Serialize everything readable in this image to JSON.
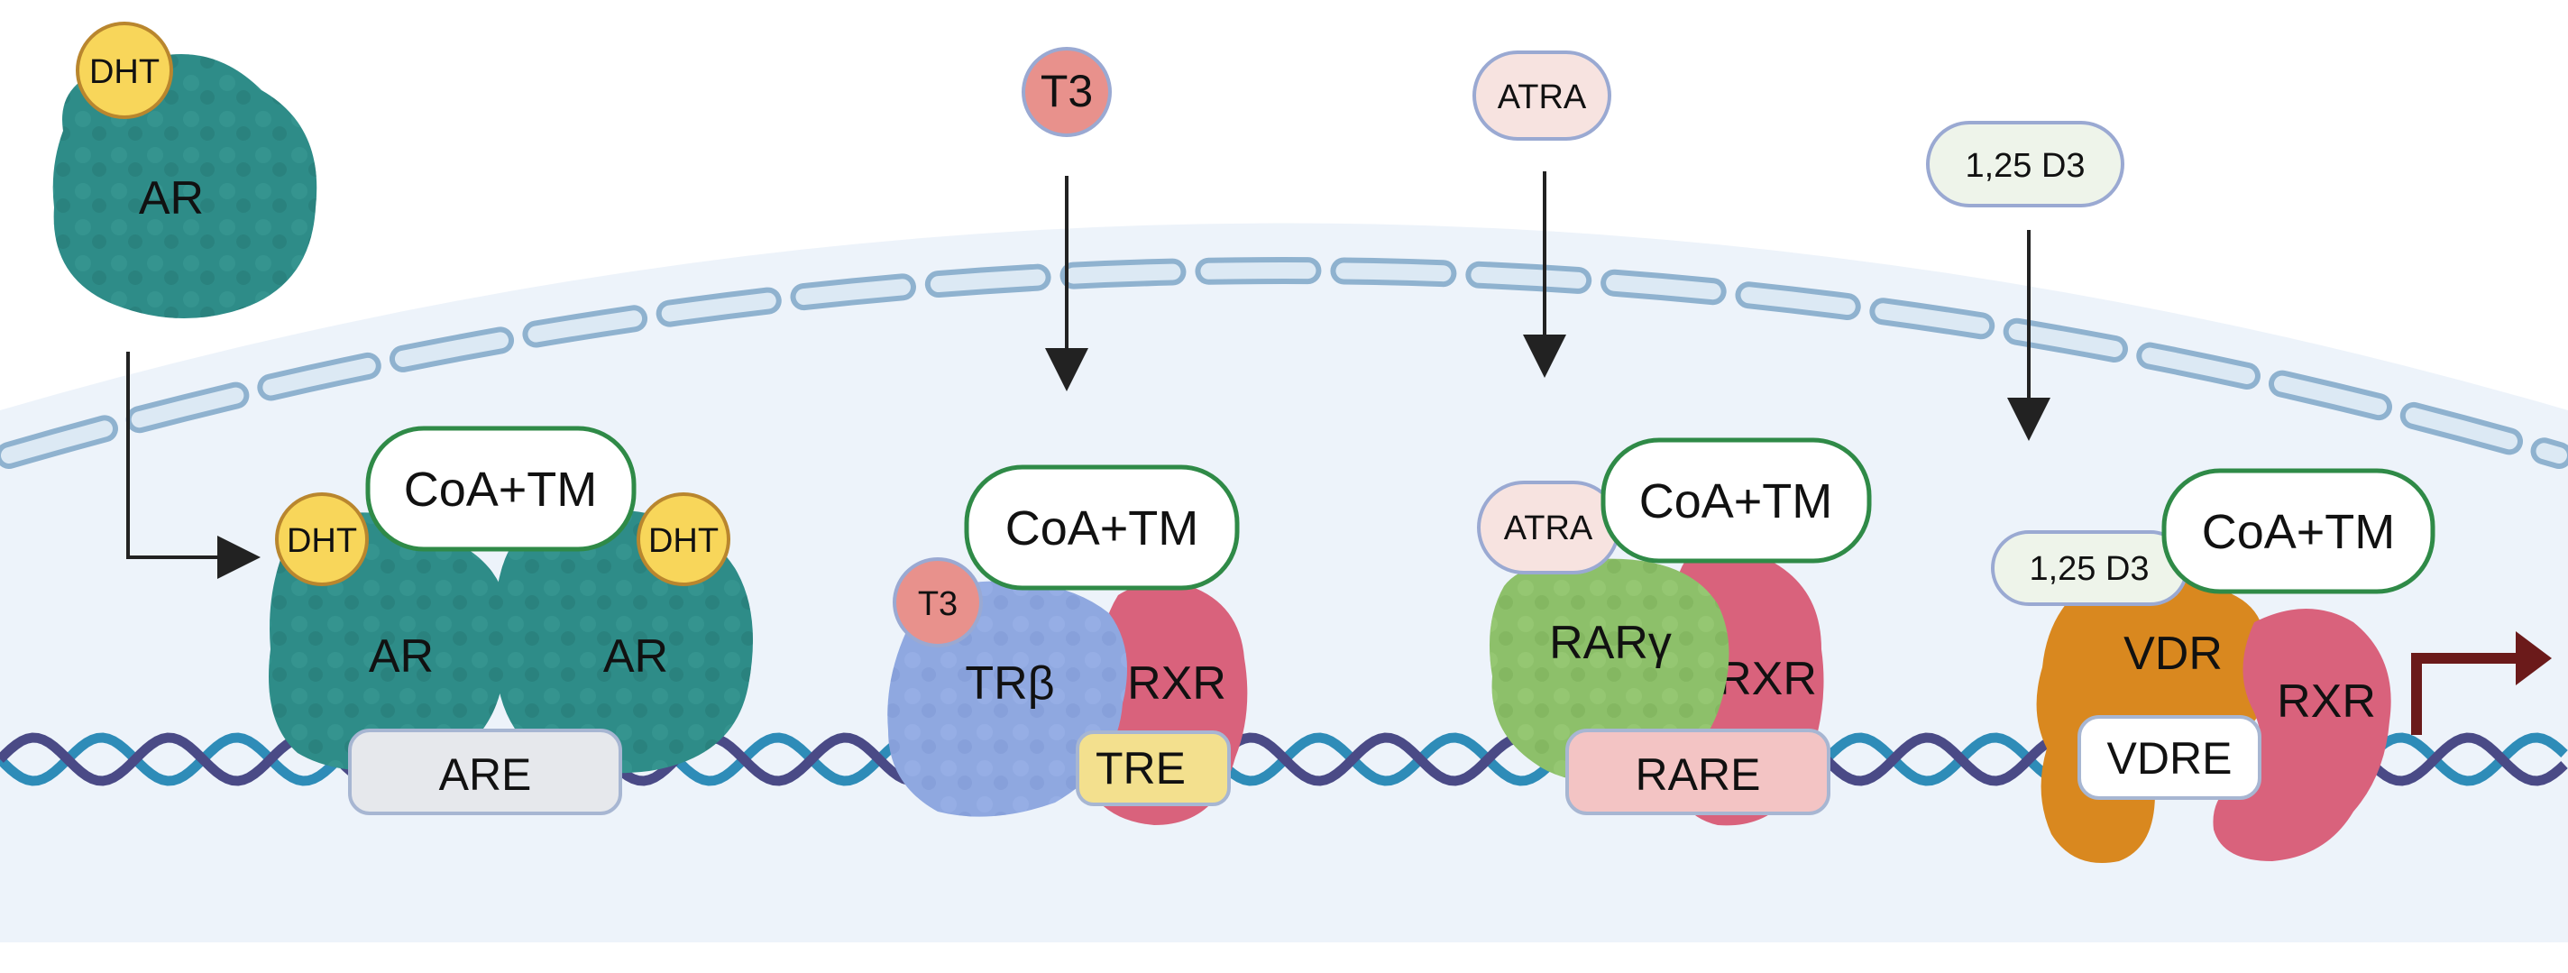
{
  "free_ligands": {
    "dht": "DHT",
    "ar": "AR",
    "t3": "T3",
    "atra": "ATRA",
    "d3": "1,25 D3"
  },
  "complex_ar": {
    "coactivator": "CoA+TM",
    "ligand_left": "DHT",
    "ligand_right": "DHT",
    "receptor_left": "AR",
    "receptor_right": "AR",
    "element": "ARE"
  },
  "complex_tr": {
    "coactivator": "CoA+TM",
    "ligand": "T3",
    "receptor": "TRβ",
    "partner": "RXR",
    "element": "TRE"
  },
  "complex_rar": {
    "coactivator": "CoA+TM",
    "ligand": "ATRA",
    "receptor": "RARγ",
    "partner": "RXR",
    "element": "RARE"
  },
  "complex_vdr": {
    "coactivator": "CoA+TM",
    "ligand": "1,25 D3",
    "receptor": "VDR",
    "partner": "RXR",
    "element": "VDRE"
  },
  "colors": {
    "ar": "#2E8C88",
    "ligand_yellow": "#F8D65A",
    "t3_pink": "#E8918C",
    "tr_blue": "#8FA8E0",
    "rxr_pink": "#D9627C",
    "rar_green": "#8DC06A",
    "vdr_orange": "#D9881F",
    "tre_yellow": "#F3E08E",
    "rare_pink": "#F3C4C4",
    "coa_border": "#2F8A47",
    "nucleus": "#EDF3FA",
    "envelope": "#C9DBEA",
    "dna_blue": "#2E8CB8",
    "dna_purple": "#4A4A86",
    "tss_arrow": "#6B1A1A"
  }
}
